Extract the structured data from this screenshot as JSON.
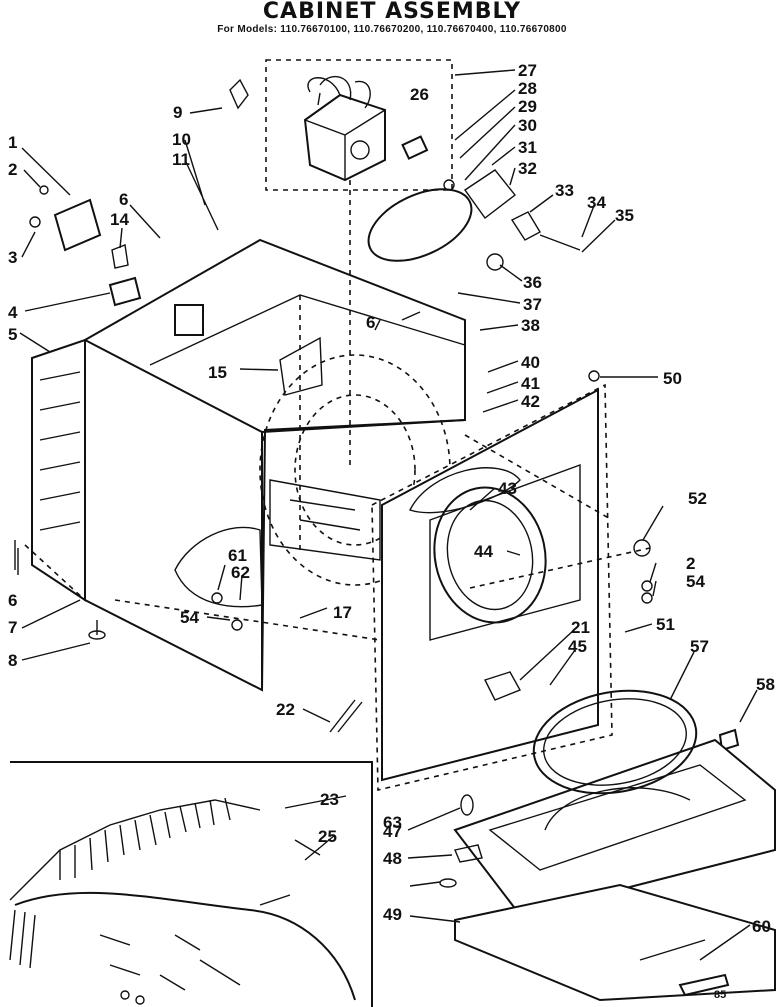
{
  "header": {
    "title": "CABINET ASSEMBLY",
    "subtitle": "For Models: 110.76670100, 110.76670200, 110.76670400, 110.76670800"
  },
  "callouts": [
    "1",
    "2",
    "3",
    "4",
    "5",
    "6",
    "7",
    "8",
    "9",
    "10",
    "11",
    "14",
    "15",
    "17",
    "21",
    "22",
    "23",
    "25",
    "26",
    "27",
    "28",
    "29",
    "30",
    "31",
    "32",
    "33",
    "34",
    "35",
    "36",
    "37",
    "38",
    "40",
    "41",
    "42",
    "43",
    "44",
    "45",
    "47",
    "48",
    "49",
    "50",
    "51",
    "52",
    "54",
    "57",
    "58",
    "60",
    "61",
    "62",
    "63"
  ],
  "page_code": "85"
}
